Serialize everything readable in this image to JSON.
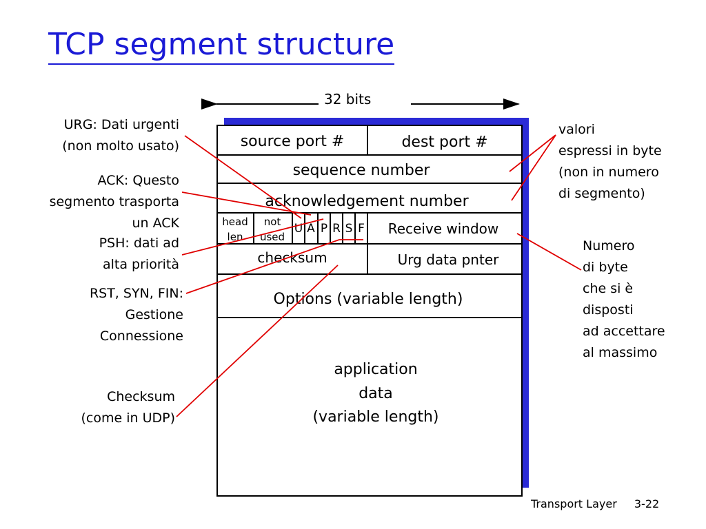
{
  "title": "TCP segment structure",
  "width_label": "32 bits",
  "segment": {
    "row1": {
      "source_port": "source port #",
      "dest_port": "dest port #"
    },
    "sequence_number": "sequence number",
    "acknowledgement_number": "acknowledgement number",
    "head_len": [
      "head",
      "len"
    ],
    "not_used": [
      "not",
      "used"
    ],
    "flags": [
      "U",
      "A",
      "P",
      "R",
      "S",
      "F"
    ],
    "receive_window": "Receive window",
    "checksum": "checksum",
    "urg_pointer": "Urg data pnter",
    "options": "Options (variable length)",
    "app_data": [
      "application",
      "data",
      "(variable length)"
    ]
  },
  "annotations_left": {
    "urg": [
      "URG: Dati urgenti",
      "(non molto usato)"
    ],
    "ack": [
      "ACK: Questo",
      "segmento trasporta",
      "un ACK"
    ],
    "psh": [
      "PSH: dati ad",
      "alta priorità"
    ],
    "rst": [
      "RST, SYN, FIN:",
      "Gestione",
      "Connessione"
    ],
    "checksum": [
      "Checksum",
      "(come in UDP)"
    ]
  },
  "annotations_right": {
    "values": [
      "valori",
      "espressi in byte",
      "(non in numero",
      "di segmento)"
    ],
    "window": [
      "Numero",
      "di byte",
      "che si è",
      "disposti",
      "ad accettare",
      "al massimo"
    ]
  },
  "footer": {
    "section": "Transport Layer",
    "page": "3-22"
  },
  "colors": {
    "title": "#1a1ad6",
    "shadow": "#2b2bd6",
    "arrows": "#e00000",
    "box": "#000000"
  }
}
